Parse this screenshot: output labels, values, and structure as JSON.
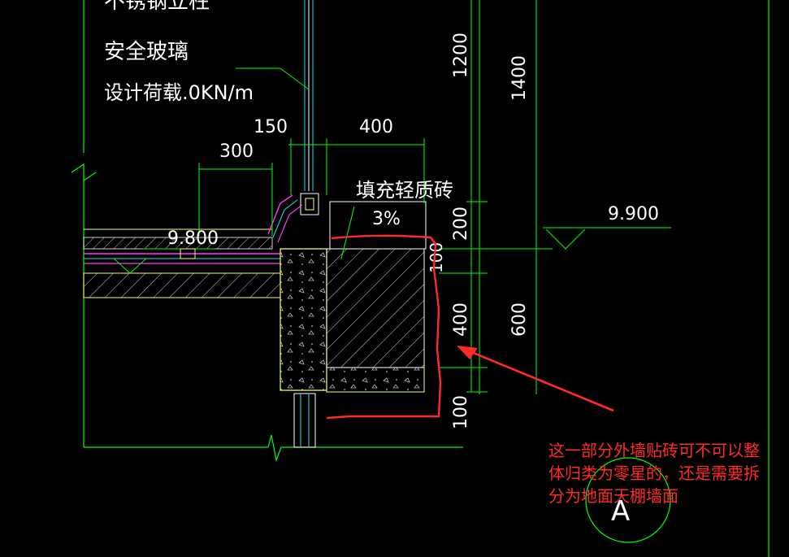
{
  "colors": {
    "background": "#000000",
    "dimension": "#00ff00",
    "text": "#ffffff",
    "concrete": "#ffff66",
    "hatch": "#d0d0d0",
    "markup": "#ff2a2a",
    "membrane_magenta": "#ff33ff",
    "membrane_cyan": "#22ddee"
  },
  "labels": {
    "top_cut": "不锈钢立柱",
    "glass": "安全玻璃",
    "load": "设计荷载.0KN/m",
    "infill": "填充轻质砖",
    "slope": "3%"
  },
  "dimensions": {
    "d150": "150",
    "d300": "300",
    "d400_top": "400",
    "d1200": "1200",
    "d1400": "1400",
    "d200": "200",
    "d100_top": "100",
    "d400_side": "400",
    "d600": "600",
    "d100_bottom": "100"
  },
  "elevations": {
    "floor": "9.800",
    "parapet": "9.900"
  },
  "annotation": {
    "line1": "这一部分外墙贴砖可不可以整",
    "line2": "体归类为零星的，还是需要拆",
    "line3": "分为地面天棚墙面"
  },
  "detail_marker": {
    "letter": "A"
  }
}
